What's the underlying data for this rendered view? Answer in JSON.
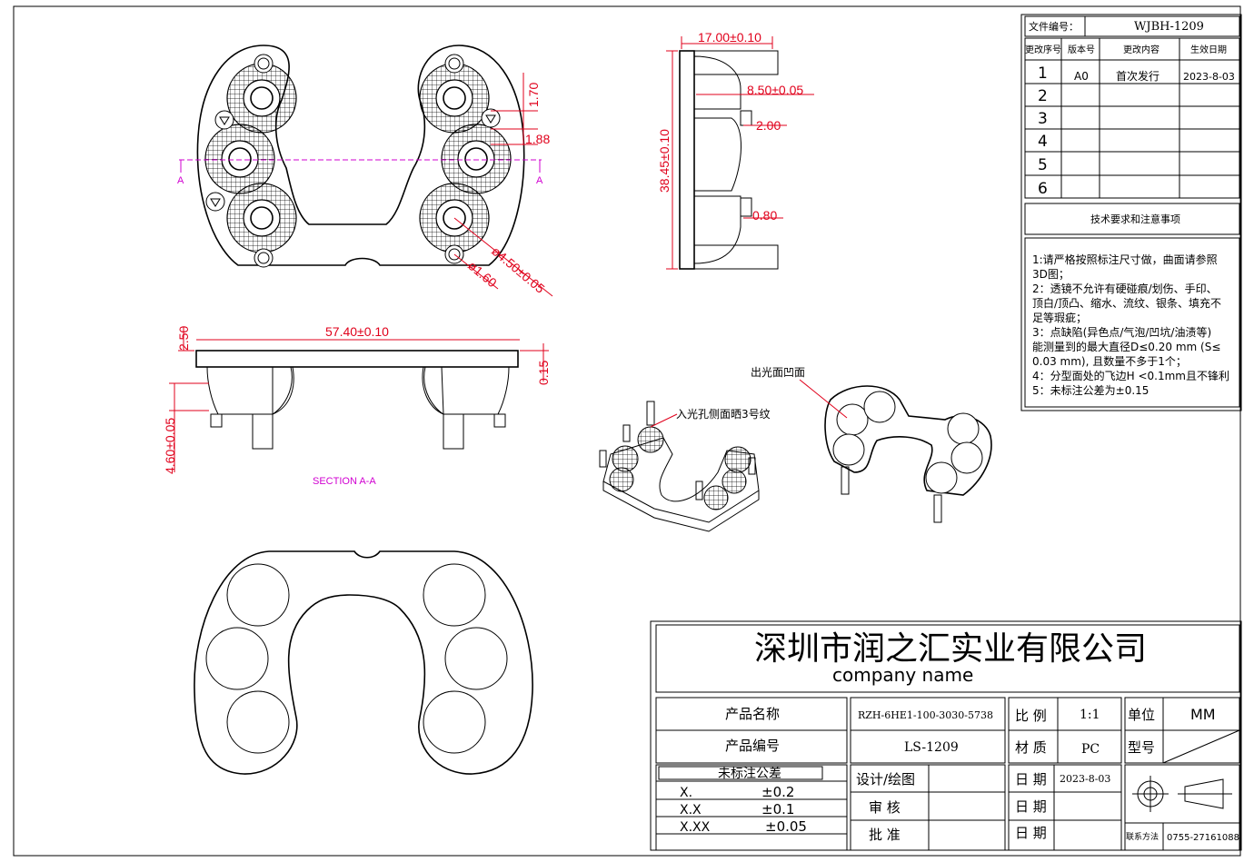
{
  "file_no": {
    "label": "文件编号：",
    "value": "WJBH-1209"
  },
  "revision_table": {
    "headers": [
      "更改序号",
      "版本号",
      "更改内容",
      "生效日期"
    ],
    "rows": [
      {
        "no": "1",
        "ver": "A0",
        "content": "首次发行",
        "date": "2023-8-03"
      },
      {
        "no": "2",
        "ver": "",
        "content": "",
        "date": ""
      },
      {
        "no": "3",
        "ver": "",
        "content": "",
        "date": ""
      },
      {
        "no": "4",
        "ver": "",
        "content": "",
        "date": ""
      },
      {
        "no": "5",
        "ver": "",
        "content": "",
        "date": ""
      },
      {
        "no": "6",
        "ver": "",
        "content": "",
        "date": ""
      }
    ]
  },
  "tech_title": "技术要求和注意事项",
  "tech_notes": [
    "1:请严格按照标注尺寸做，曲面请参照",
    "3D图；",
    "2：透镜不允许有硬碰痕/划伤、手印、",
    "顶白/顶凸、缩水、流纹、银条、填充不",
    "足等瑕疵；",
    "3：点缺陷(异色点/气泡/凹坑/油渍等)",
    "能测量到的最大直径D≤0.20 mm (S≤",
    "0.03 mm),   且数量不多于1个；",
    "4：分型面处的飞边H <0.1mm且不锋利",
    "5：未标注公差为±0.15"
  ],
  "dimensions": {
    "d1": "1.70",
    "d2": "1.88",
    "d3": "ø4.50±0.05",
    "d4": "ø1.60",
    "d5": "17.00±0.10",
    "d6": "8.50±0.05",
    "d7": "2.00",
    "d8": "38.45±0.10",
    "d9": "0.80",
    "d10": "57.40±0.10",
    "d11": "2.50",
    "d12": "0.15",
    "d13": "4.60±0.05"
  },
  "section_mark": "A",
  "section_label": "SECTION  A-A",
  "callouts": {
    "in_face": "入光孔侧面晒3号纹",
    "out_face": "出光面凹面"
  },
  "title_block": {
    "company_cn": "深圳市润之汇实业有限公司",
    "company_en": "company    name",
    "product_name_label": "产品名称",
    "product_name": "RZH-6HE1-100-3030-5738",
    "product_no_label": "产品编号",
    "product_no": "LS-1209",
    "tol_label": "未标注公差",
    "tol_rows": [
      {
        "k": "X.",
        "v": "±0.2"
      },
      {
        "k": "X.X",
        "v": "±0.1"
      },
      {
        "k": "X.XX",
        "v": "±0.05"
      }
    ],
    "scale_label": "比 例",
    "scale": "1:1",
    "unit_label": "单位",
    "unit": "MM",
    "material_label": "材 质",
    "material": "PC",
    "model_label": "型号",
    "design_label": "设计/绘图",
    "review_label": "审  核",
    "approve_label": "批  准",
    "date_label": "日 期",
    "date": "2023-8-03",
    "contact_label": "联系方法",
    "contact": "0755-27161088"
  }
}
